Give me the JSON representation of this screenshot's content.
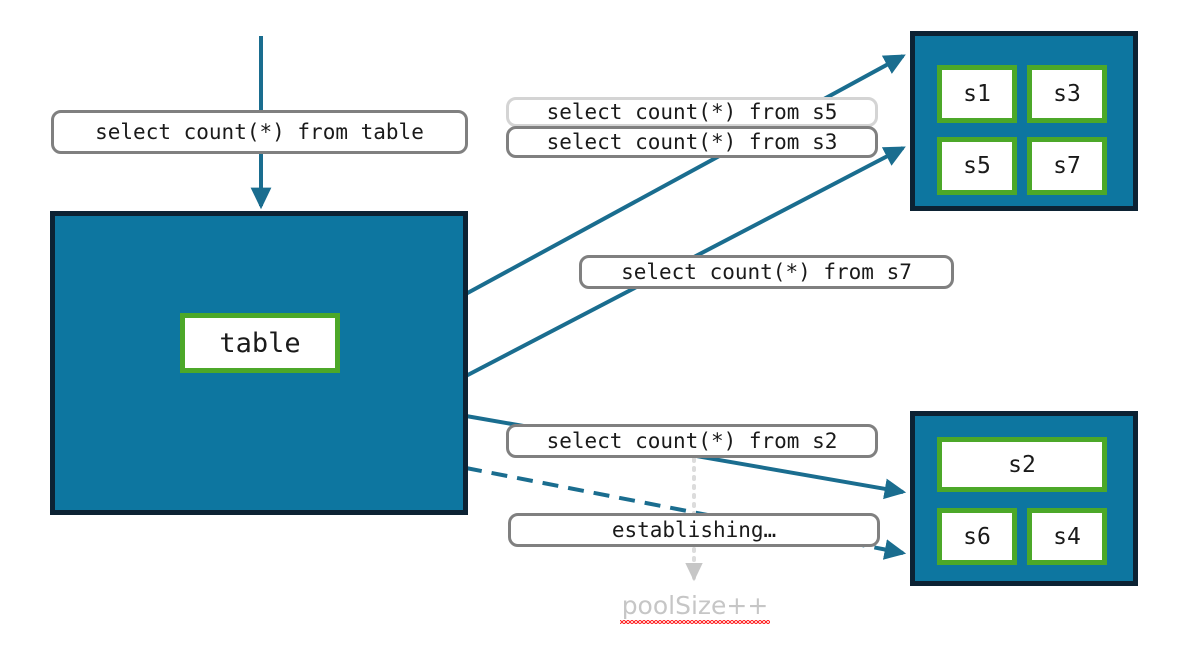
{
  "diagram": {
    "title": "connection pool query routing diagram",
    "colors": {
      "panel_fill": "#0d76a0",
      "panel_border": "#0c2233",
      "node_border": "#4ca829",
      "node_fill": "#ffffff",
      "arrow": "#1a6d8f",
      "label_border": "#808080",
      "label_border_light": "#d4d4d4",
      "annotation_text": "#c6c6c6",
      "spellcheck_underline": "#ff2b2b",
      "background": "#ffffff"
    }
  },
  "labels": {
    "query_table": "select count(*) from table",
    "query_s5": "select count(*) from s5",
    "query_s3": "select count(*) from s3",
    "query_s7": "select count(*) from s7",
    "query_s2": "select count(*) from s2",
    "establishing": "establishing…",
    "poolsize": "poolSize++"
  },
  "nodes": {
    "table": "table",
    "pool_a": [
      {
        "id": "s1",
        "label": "s1"
      },
      {
        "id": "s3",
        "label": "s3"
      },
      {
        "id": "s5",
        "label": "s5"
      },
      {
        "id": "s7",
        "label": "s7"
      }
    ],
    "pool_b": [
      {
        "id": "s2",
        "label": "s2"
      },
      {
        "id": "s6",
        "label": "s6"
      },
      {
        "id": "s4",
        "label": "s4"
      }
    ]
  },
  "connections": [
    {
      "id": "incoming-query",
      "from": "top",
      "to": "table-panel",
      "style": "solid",
      "arrowhead": true
    },
    {
      "id": "table-to-s5",
      "from": "table-panel",
      "to": "pool-a-upper",
      "style": "solid",
      "arrowhead": true
    },
    {
      "id": "table-to-s7",
      "from": "table-panel",
      "to": "pool-a-lower",
      "style": "solid",
      "arrowhead": true
    },
    {
      "id": "table-to-s2",
      "from": "table-panel",
      "to": "pool-b-upper",
      "style": "solid",
      "arrowhead": true
    },
    {
      "id": "table-to-new-session",
      "from": "table-panel",
      "to": "pool-b-lower",
      "style": "dashed",
      "arrowhead": true
    },
    {
      "id": "establishing-to-poolsize",
      "from": "establishing-label",
      "to": "poolsize-label",
      "style": "dotted",
      "arrowhead": true
    }
  ]
}
